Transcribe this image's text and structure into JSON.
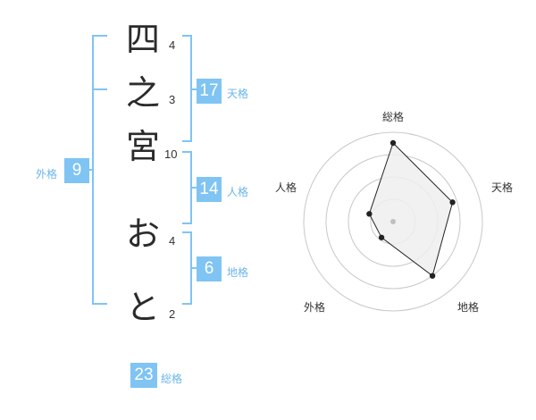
{
  "name": {
    "characters": [
      {
        "char": "四",
        "strokes": "4"
      },
      {
        "char": "之",
        "strokes": "3"
      },
      {
        "char": "宮",
        "strokes": "10"
      },
      {
        "char": "お",
        "strokes": "4"
      },
      {
        "char": "と",
        "strokes": "2"
      }
    ]
  },
  "kakusu": {
    "tenkaku": {
      "value": "17",
      "label": "天格"
    },
    "jinkaku": {
      "value": "14",
      "label": "人格"
    },
    "chikaku": {
      "value": "6",
      "label": "地格"
    },
    "gaikaku": {
      "value": "9",
      "label": "外格"
    },
    "soukaku": {
      "value": "23",
      "label": "総格"
    }
  },
  "chart_data": {
    "type": "radar",
    "axes": [
      "総格",
      "天格",
      "地格",
      "外格",
      "人格"
    ],
    "values": [
      0.88,
      0.7,
      0.75,
      0.22,
      0.28
    ],
    "range": [
      0,
      1
    ],
    "rings": 4,
    "colors": {
      "fill": "#efefef",
      "line": "#222222",
      "ring": "#c8c8c8",
      "center": "#bfbfbf"
    }
  },
  "colors": {
    "accent": "#7fc4f3",
    "bracket": "#7fc4f3"
  }
}
